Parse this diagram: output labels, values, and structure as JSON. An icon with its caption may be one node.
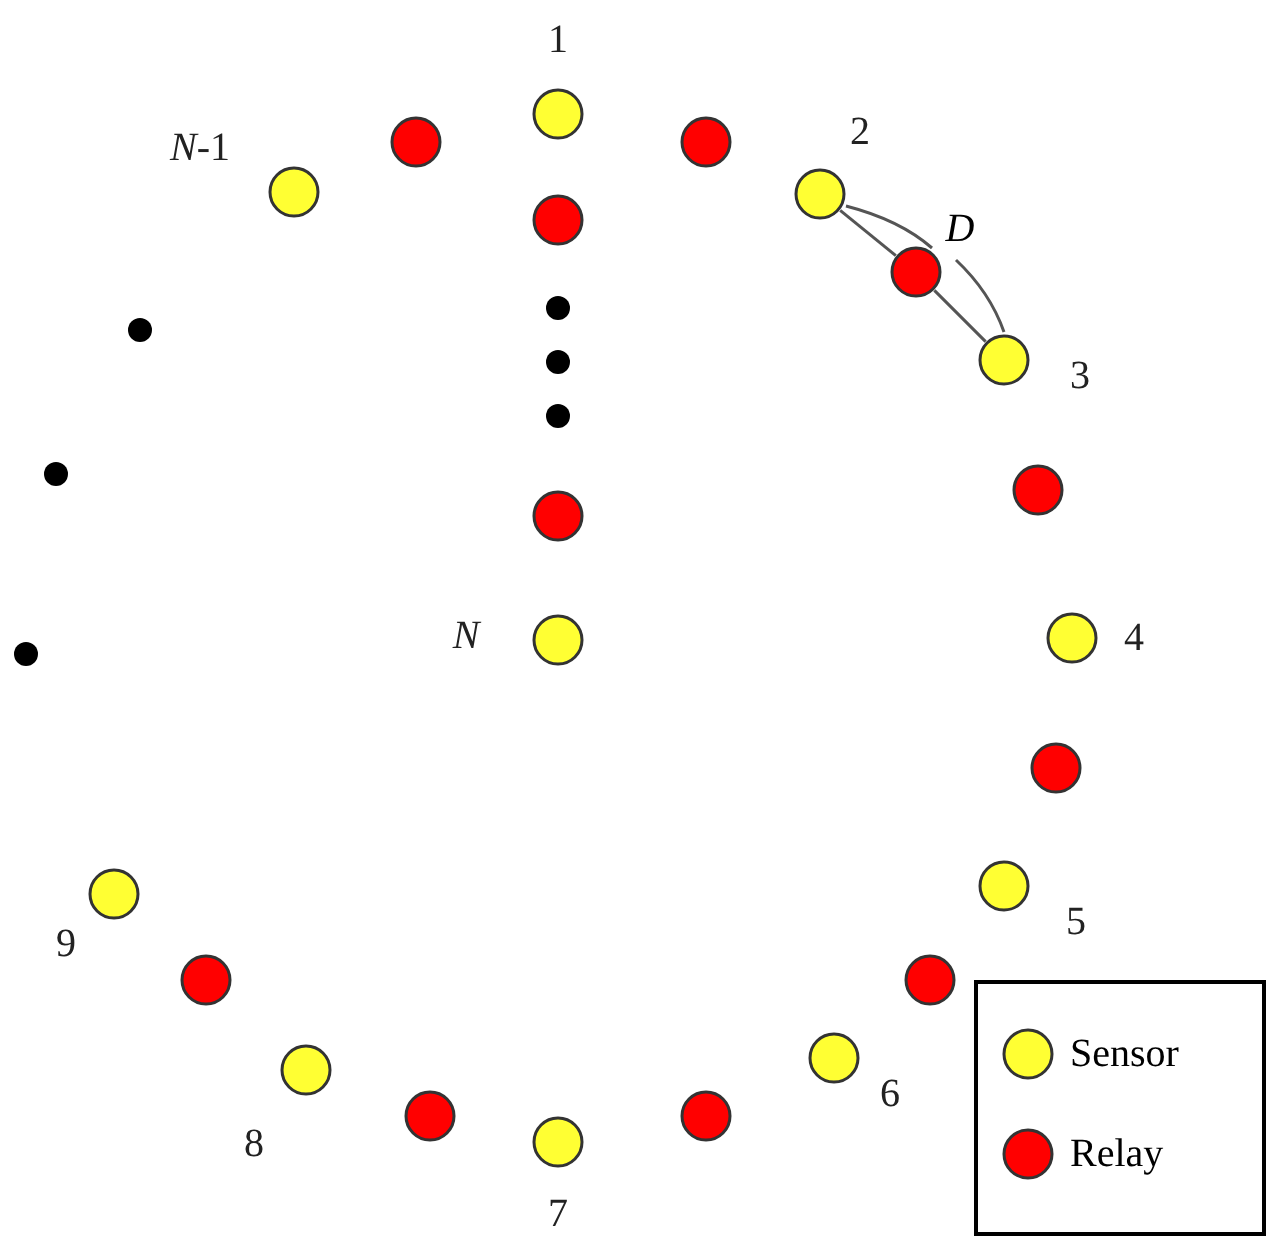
{
  "diagram": {
    "nodes": [
      {
        "text": [],
        "shape": "circle",
        "beside": [
          "1"
        ]
      },
      {
        "text": [],
        "shape": "circle"
      },
      {
        "text": [],
        "shape": "circle"
      },
      {
        "text": [],
        "shape": "circle",
        "beside": [
          "*N*-1"
        ]
      },
      {
        "text": [],
        "shape": "circle",
        "beside": [
          "2"
        ]
      },
      {
        "text": [],
        "shape": "circle"
      },
      {
        "text": [],
        "shape": "circle"
      },
      {
        "text": [],
        "shape": "circle",
        "beside": [
          "3"
        ]
      },
      {
        "text": [],
        "shape": "circle"
      },
      {
        "text": [],
        "shape": "circle"
      },
      {
        "text": [],
        "shape": "circle",
        "beside": [
          "N"
        ]
      },
      {
        "text": [],
        "shape": "circle",
        "beside": [
          "4"
        ]
      },
      {
        "text": [],
        "shape": "circle"
      },
      {
        "text": [],
        "shape": "circle",
        "beside": [
          "5"
        ]
      },
      {
        "text": [],
        "shape": "circle",
        "beside": [
          "9"
        ]
      },
      {
        "text": [],
        "shape": "circle"
      },
      {
        "text": [],
        "shape": "circle"
      },
      {
        "text": [],
        "shape": "circle",
        "beside": [
          "6"
        ]
      },
      {
        "text": [],
        "shape": "circle",
        "beside": [
          "8"
        ]
      },
      {
        "text": [],
        "shape": "circle"
      },
      {
        "text": [],
        "shape": "circle"
      },
      {
        "text": [],
        "shape": "circle",
        "beside": [
          "7"
        ]
      }
    ],
    "edges": [
      {
        "from": 4,
        "to": 6,
        "arrow": "none"
      },
      {
        "from": 6,
        "to": 7,
        "arrow": "none"
      }
    ],
    "labels": [
      "D"
    ],
    "legend": [
      {
        "text": "Sensor",
        "color": "#ffff33"
      },
      {
        "text": "Relay",
        "color": "#ff0000"
      }
    ]
  }
}
